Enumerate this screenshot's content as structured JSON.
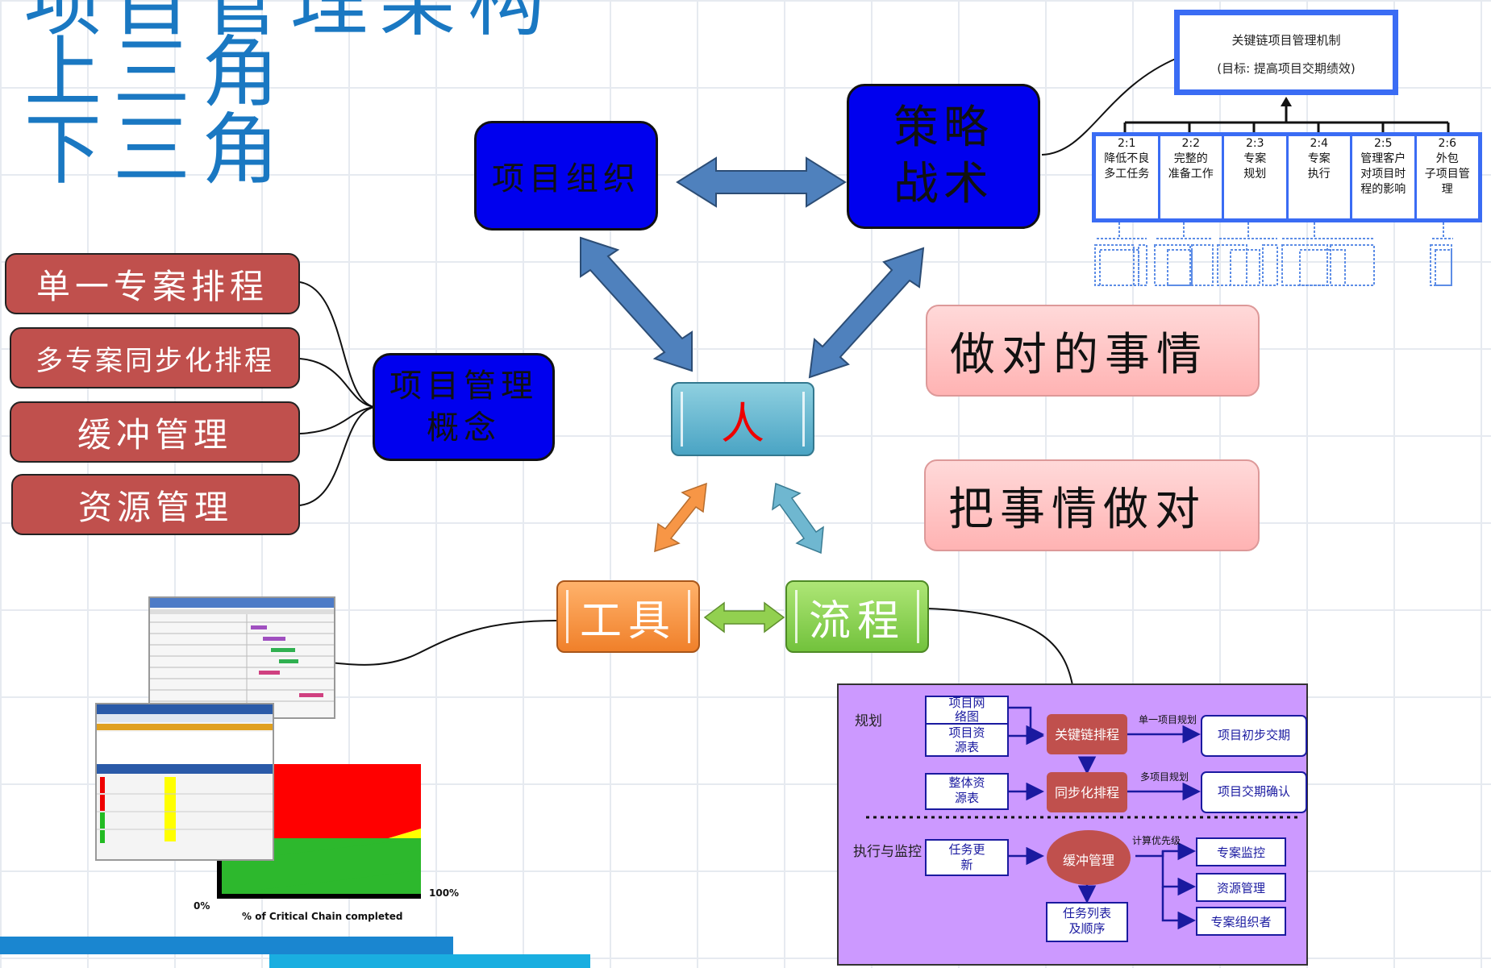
{
  "title": {
    "line1": "项目管理架构",
    "line2": "上三角",
    "line3": "下三角"
  },
  "core": {
    "org": "项目组织",
    "strategy_line1": "策略",
    "strategy_line2": "战术",
    "person": "人",
    "tool": "工具",
    "process": "流程",
    "concept_line1": "项目管理",
    "concept_line2": "概念"
  },
  "left_items": [
    "单一专案排程",
    "多专案同步化排程",
    "缓冲管理",
    "资源管理"
  ],
  "messages": {
    "right_things": "做对的事情",
    "things_right": "把事情做对"
  },
  "ccpm": {
    "title_line1": "关键链项目管理机制",
    "title_line2": "(目标: 提高项目交期绩效)",
    "columns": [
      {
        "id": "2:1",
        "lines": [
          "降低不良",
          "多工任务"
        ]
      },
      {
        "id": "2:2",
        "lines": [
          "完整的",
          "准备工作"
        ]
      },
      {
        "id": "2:3",
        "lines": [
          "专案",
          "规划"
        ]
      },
      {
        "id": "2:4",
        "lines": [
          "专案",
          "执行"
        ]
      },
      {
        "id": "2:5",
        "lines": [
          "管理客户",
          "对项目时",
          "程的影响"
        ]
      },
      {
        "id": "2:6",
        "lines": [
          "外包",
          "子项目管",
          "理"
        ]
      }
    ]
  },
  "flow": {
    "planning_label": "规划",
    "exec_label": "执行与监控",
    "network_line1": "项目网",
    "network_line2": "络图",
    "resource_line1": "项目资",
    "resource_line2": "源表",
    "overall_line1": "整体资",
    "overall_line2": "源表",
    "critical_chain": "关键链排程",
    "sync": "同步化排程",
    "single_plan": "单一项目规划",
    "multi_plan": "多项目规划",
    "initial_delivery": "项目初步交期",
    "delivery_confirm": "项目交期确认",
    "task_update_line1": "任务更",
    "task_update_line2": "新",
    "buffer": "缓冲管理",
    "priority": "计算优先级",
    "monitor": "专案监控",
    "resource_mgmt": "资源管理",
    "organizer": "专案组织者",
    "task_list_line1": "任务列表",
    "task_list_line2": "及顺序"
  },
  "fever": {
    "xlabel": "% of Critical Chain completed",
    "x_start": "0%",
    "x_end": "100%"
  },
  "colors": {
    "navy": "#0000ee",
    "arrow_blue": "#4f81bd",
    "pill_red": "#c0504d",
    "tool_orange": "#f79646",
    "process_green": "#92d050",
    "flow_purple": "#cc99ff",
    "flow_node": "#c0504d"
  }
}
